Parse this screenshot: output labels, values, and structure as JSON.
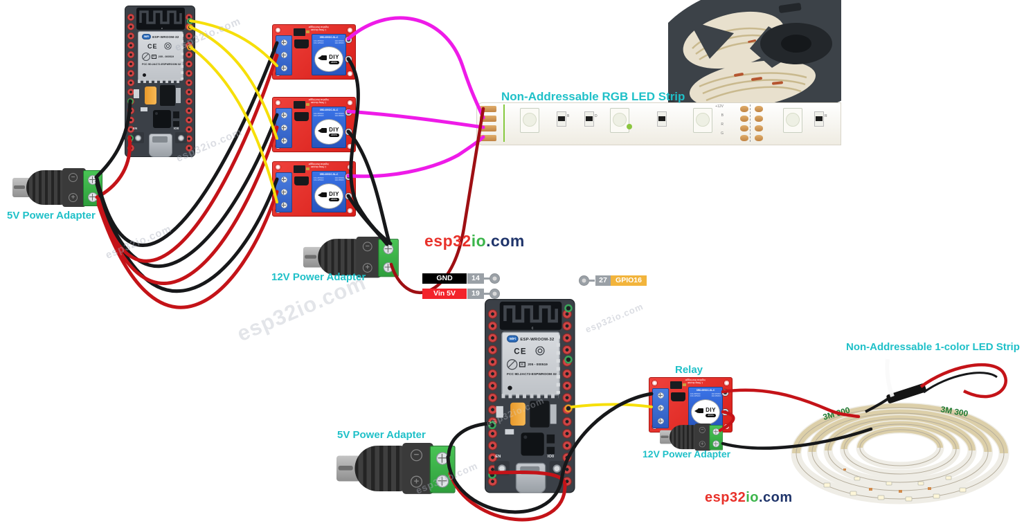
{
  "watermark": {
    "text": "esp32io.com"
  },
  "logo": {
    "p1": "esp32",
    "p2": "io",
    "p3": ".com",
    "color_red": "#e8312a",
    "color_green": "#3cb54b",
    "color_navy": "#20356b"
  },
  "labels": {
    "rgb_strip": "Non-Addressable RGB LED Strip",
    "one_color_strip": "Non-Addressable 1-color LED Strip",
    "adapter_5v_top": "5V Power Adapter",
    "adapter_12v_top": "12V Power Adapter",
    "adapter_5v_bottom": "5V Power Adapter",
    "adapter_12v_bottom": "12V Power Adapter",
    "relay_bottom": "Relay",
    "accent_color": "#1fc0c8"
  },
  "pins": {
    "gnd": {
      "name": "GND",
      "num": "14",
      "name_bg": "#000000",
      "num_bg": "#9aa0a6"
    },
    "vin": {
      "name": "Vin 5V",
      "num": "19",
      "name_bg": "#f3232b",
      "num_bg": "#9aa0a6"
    },
    "gpio": {
      "num": "27",
      "name": "GPIO16",
      "num_bg": "#6c6c6c",
      "name_bg": "#f2b43c"
    }
  },
  "esp32": {
    "wifi": "WiFi",
    "module": "ESP-WROOM-32",
    "ce": "CE",
    "reg_r": "R",
    "reg": "205 - 000519",
    "fcc": "FCC 9D.2AC72-ESPWROOM 32",
    "btn_en": "EN",
    "btn_io0": "IO0",
    "silk_c": "c"
  },
  "relay": {
    "line1": "1 Relay Module",
    "line2": "high/low level trigger",
    "model": "SRD-05VDC-SL-C",
    "ratings_l": "10A 250VAC\n10A 125VAC",
    "ratings_r": "10A 30VDC\n10A 28VDC",
    "brand_top": "DIY",
    "brand_bottom": "ables"
  },
  "strip": {
    "mark_v12": "+12V",
    "mark_b": "B",
    "mark_r": "R",
    "mark_g": "G",
    "silk1": "B",
    "silk2": "D",
    "silk3": "R"
  },
  "coil": {
    "tape1": "3M 300",
    "tape2": "3M 300"
  },
  "adapter": {
    "minus": "−",
    "plus": "+"
  },
  "wire_colors": {
    "yellow": "#f6df0a",
    "magenta": "#ee1be8",
    "red": "#c41318",
    "dark_red": "#9e0f13",
    "black": "#17181a"
  }
}
